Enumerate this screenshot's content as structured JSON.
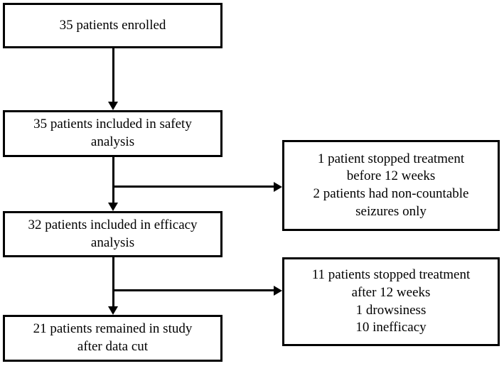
{
  "chart_data": {
    "type": "diagram",
    "title": "Patient disposition flow diagram",
    "nodes": [
      {
        "id": "enrolled",
        "column": "main",
        "count": 35,
        "lines": [
          "35 patients enrolled"
        ]
      },
      {
        "id": "safety",
        "column": "main",
        "count": 35,
        "lines": [
          "35 patients included in safety",
          "analysis"
        ]
      },
      {
        "id": "efficacy",
        "column": "main",
        "count": 32,
        "lines": [
          "32 patients included in efficacy",
          "analysis"
        ]
      },
      {
        "id": "remained",
        "column": "main",
        "count": 21,
        "lines": [
          "21 patients remained in study",
          "after data cut"
        ]
      },
      {
        "id": "excluded-before",
        "column": "side",
        "lines": [
          "1 patient stopped treatment",
          "before 12 weeks",
          "2 patients had non-countable",
          "seizures only"
        ]
      },
      {
        "id": "excluded-after",
        "column": "side",
        "lines": [
          "11 patients stopped treatment",
          "after 12 weeks",
          "1 drowsiness",
          "10 inefficacy"
        ]
      }
    ],
    "edges": [
      {
        "from": "enrolled",
        "to": "safety",
        "direction": "down"
      },
      {
        "from": "safety",
        "to": "efficacy",
        "direction": "down"
      },
      {
        "from": "safety-efficacy-junction",
        "to": "excluded-before",
        "direction": "right"
      },
      {
        "from": "efficacy",
        "to": "remained",
        "direction": "down"
      },
      {
        "from": "efficacy-remained-junction",
        "to": "excluded-after",
        "direction": "right"
      }
    ],
    "colors": {
      "line": "#000000",
      "box_fill": "#ffffff",
      "text": "#000000"
    }
  },
  "nodes": {
    "enrolled": {
      "line1": "35 patients enrolled"
    },
    "safety": {
      "line1": "35 patients included in safety",
      "line2": "analysis"
    },
    "efficacy": {
      "line1": "32 patients included in efficacy",
      "line2": "analysis"
    },
    "remained": {
      "line1": "21 patients remained in study",
      "line2": "after data cut"
    },
    "excludedBefore": {
      "line1": "1 patient stopped treatment",
      "line2": "before 12 weeks",
      "line3": "2 patients had non-countable",
      "line4": "seizures only"
    },
    "excludedAfter": {
      "line1": "11 patients stopped treatment",
      "line2": "after 12 weeks",
      "line3": "1 drowsiness",
      "line4": "10 inefficacy"
    }
  }
}
